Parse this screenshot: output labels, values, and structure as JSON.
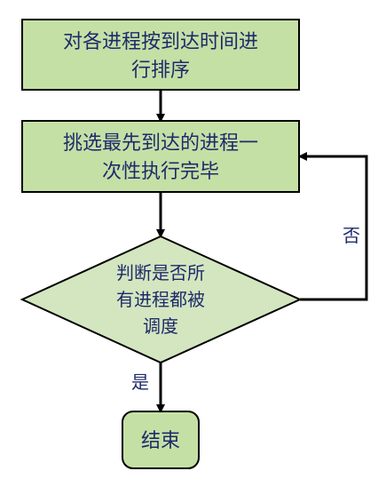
{
  "nodes": {
    "sort": {
      "lines": [
        "对各进程按到达时间进",
        "行排序"
      ]
    },
    "select": {
      "lines": [
        "挑选最先到达的进程一",
        "次性执行完毕"
      ]
    },
    "decision": {
      "lines": [
        "判断是否所",
        "有进程都被",
        "调度"
      ]
    },
    "end": {
      "label": "结束"
    }
  },
  "edges": {
    "no_label": "否",
    "yes_label": "是"
  },
  "colors": {
    "box_fill": "#c5e0a5",
    "diamond_fill": "#d3e6bf",
    "stroke": "#000000",
    "text": "#1f2a6b"
  }
}
